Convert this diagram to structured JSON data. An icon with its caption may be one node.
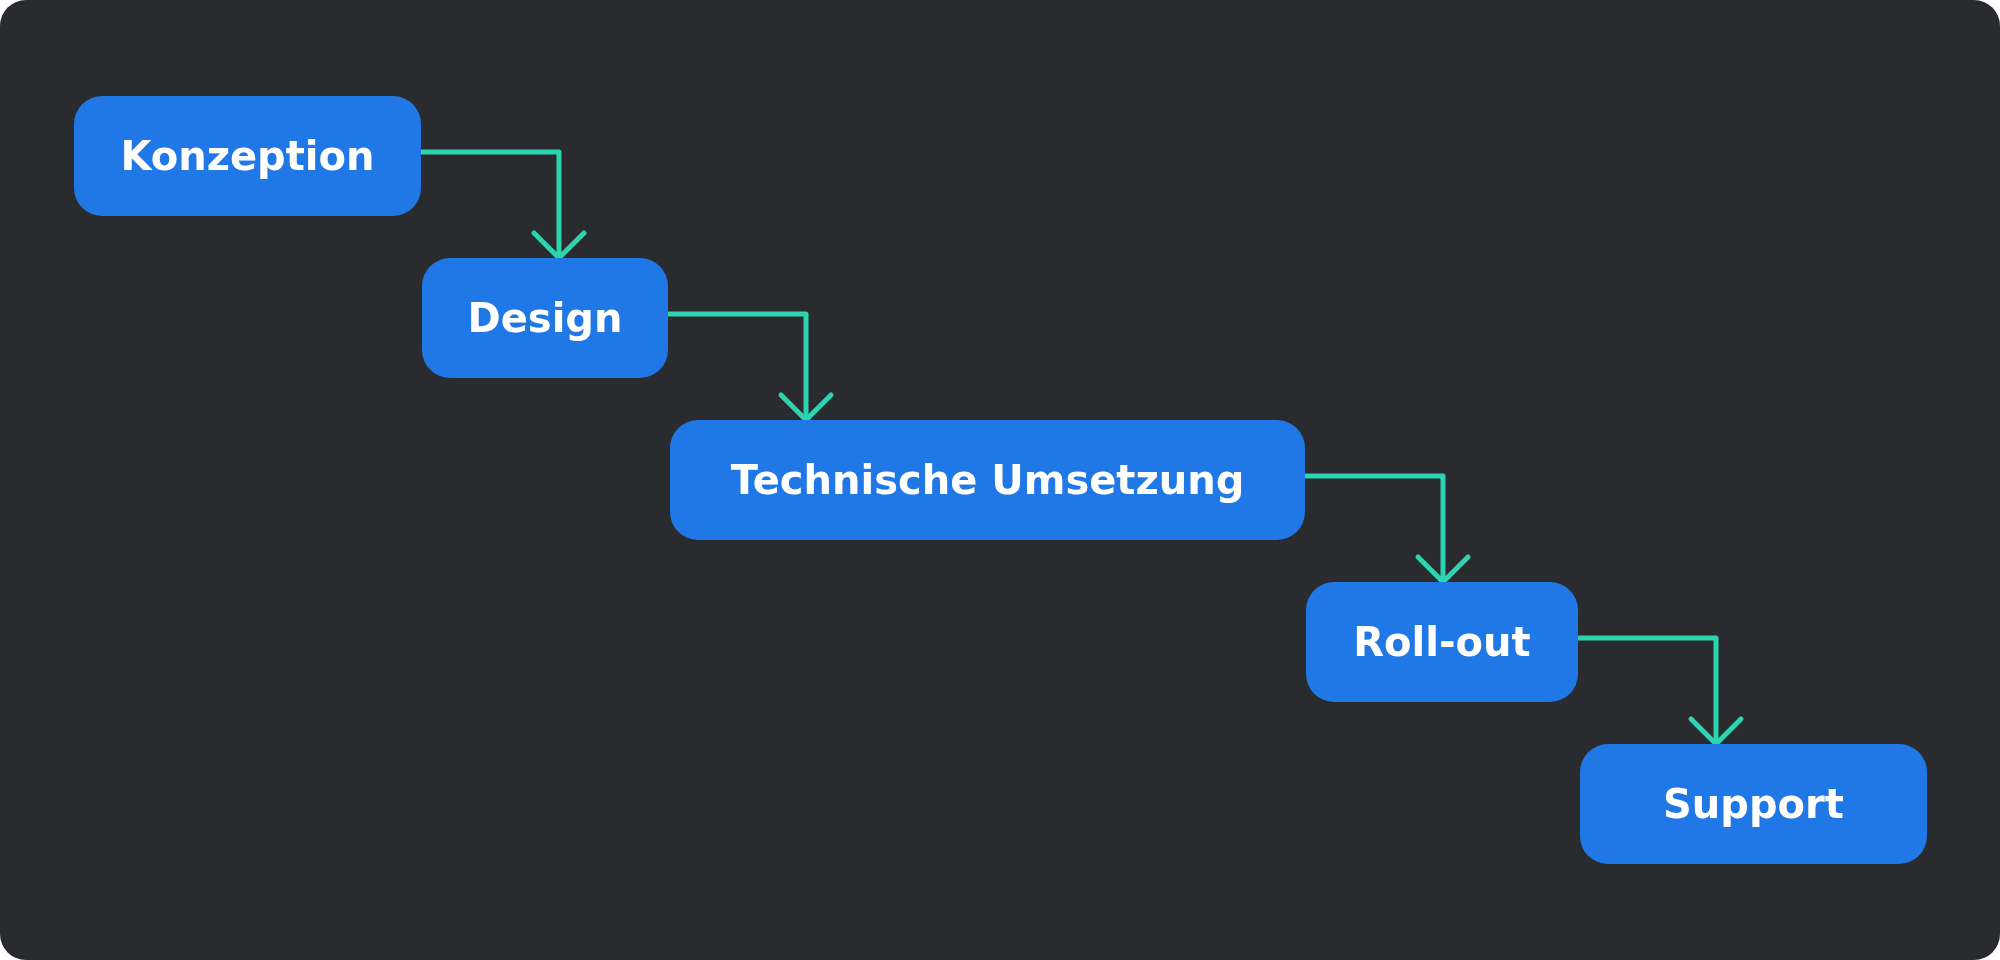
{
  "diagram": {
    "nodes": [
      {
        "text": [
          "Konzeption"
        ]
      },
      {
        "text": [
          "Design"
        ]
      },
      {
        "text": [
          "Technische Umsetzung"
        ]
      },
      {
        "text": [
          "Roll-out"
        ]
      },
      {
        "text": [
          "Support"
        ]
      }
    ],
    "edges": [
      {
        "from": 0,
        "to": 1,
        "arrow": "to"
      },
      {
        "from": 1,
        "to": 2,
        "arrow": "to"
      },
      {
        "from": 2,
        "to": 3,
        "arrow": "to"
      },
      {
        "from": 3,
        "to": 4,
        "arrow": "to"
      }
    ]
  }
}
